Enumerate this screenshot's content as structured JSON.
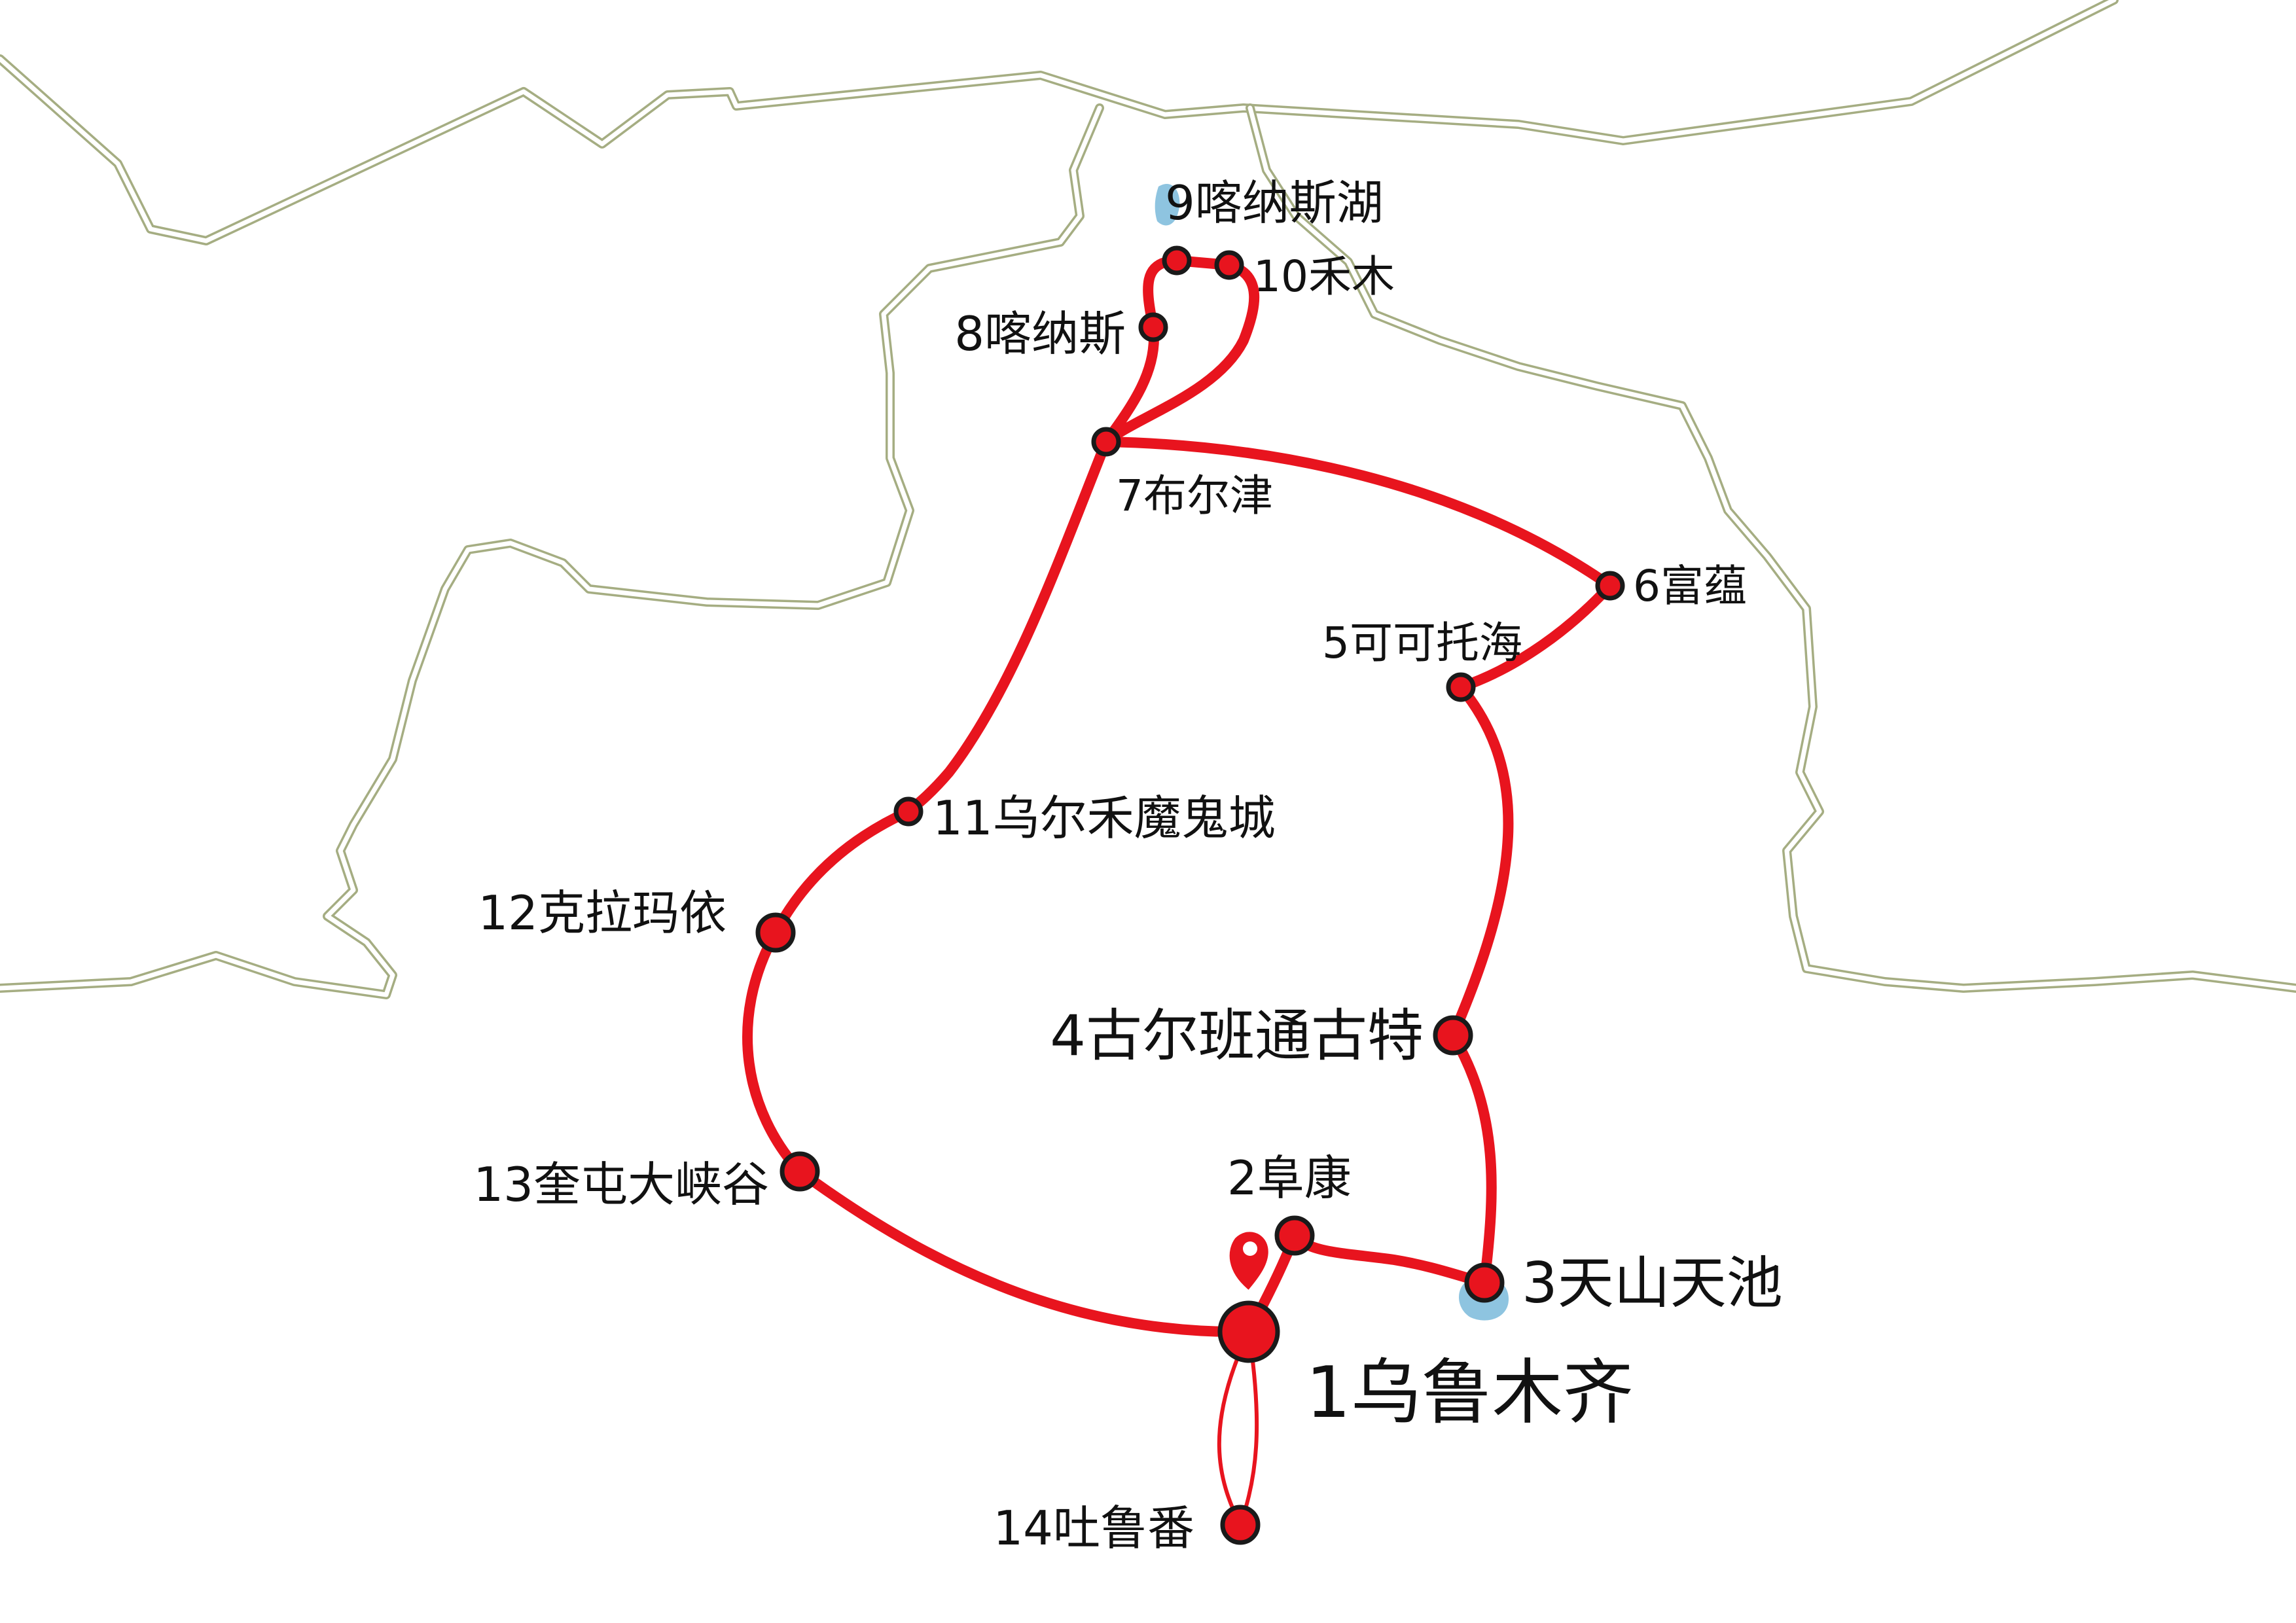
{
  "colors": {
    "route": "#e8141e",
    "stop_outline": "#1a1a1a",
    "border": "#a5ad82",
    "lake": "#8ec4e0",
    "background": "#ffffff"
  },
  "stops": [
    {
      "id": 1,
      "label": "1乌鲁木齐"
    },
    {
      "id": 2,
      "label": "2阜康"
    },
    {
      "id": 3,
      "label": "3天山天池"
    },
    {
      "id": 4,
      "label": "4古尔班通古特"
    },
    {
      "id": 5,
      "label": "5可可托海"
    },
    {
      "id": 6,
      "label": "6富蕴"
    },
    {
      "id": 7,
      "label": "7布尔津"
    },
    {
      "id": 8,
      "label": "8喀纳斯"
    },
    {
      "id": 9,
      "label": "9喀纳斯湖"
    },
    {
      "id": 10,
      "label": "10禾木"
    },
    {
      "id": 11,
      "label": "11乌尔禾魔鬼城"
    },
    {
      "id": 12,
      "label": "12克拉玛依"
    },
    {
      "id": 13,
      "label": "13奎屯大峡谷"
    },
    {
      "id": 14,
      "label": "14吐鲁番"
    }
  ],
  "icons": {
    "start_marker": "location-pin-icon"
  }
}
